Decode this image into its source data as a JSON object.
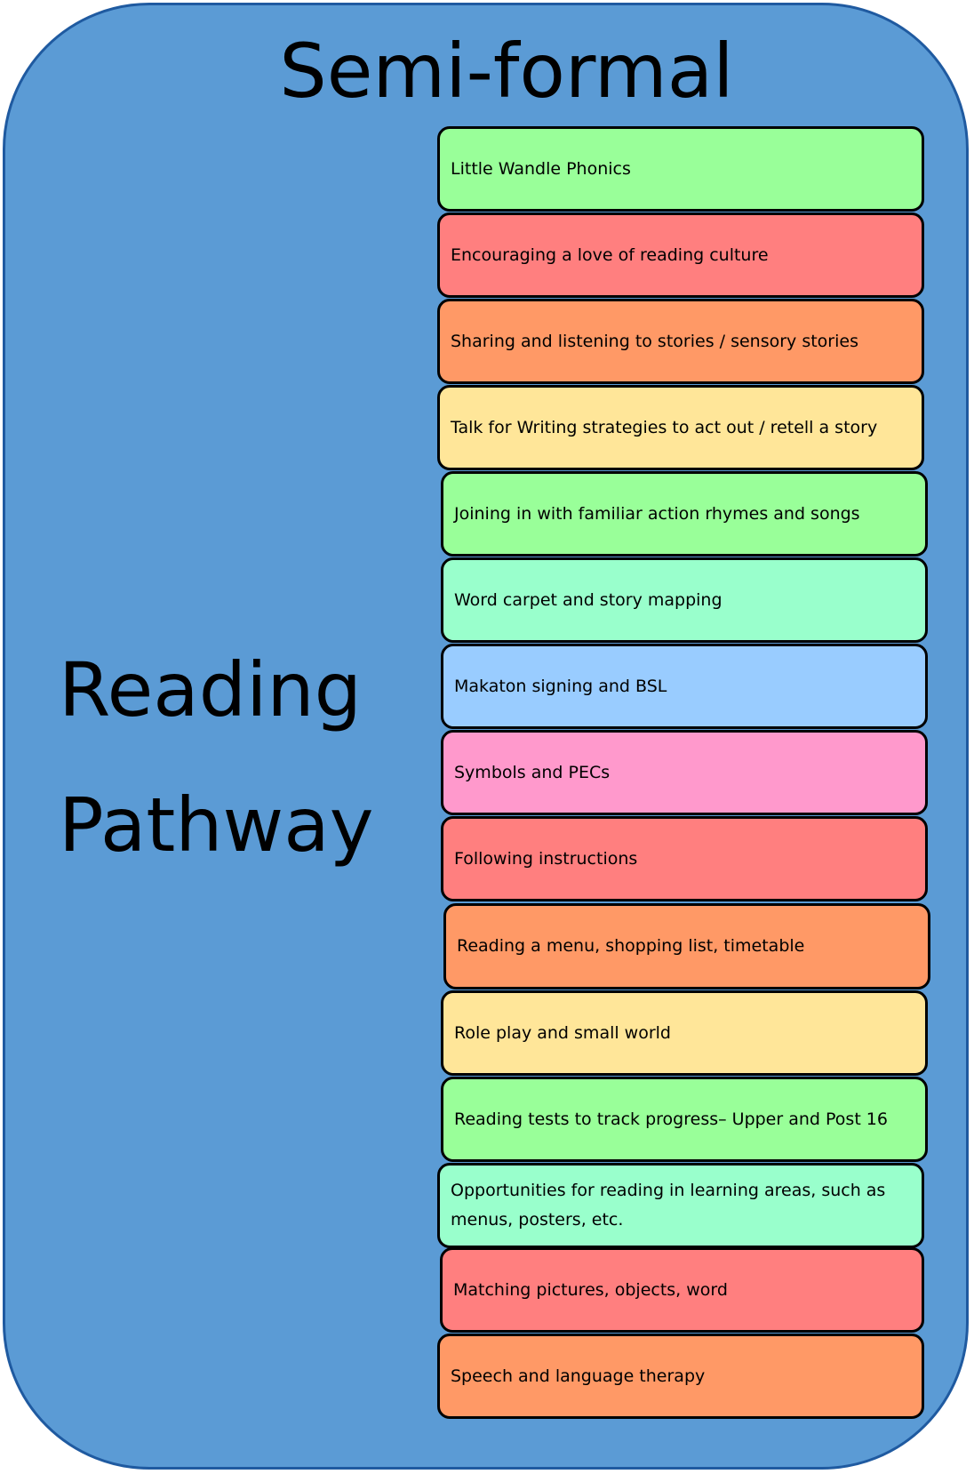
{
  "title": "Semi-formal",
  "side_title": {
    "line1": "Reading",
    "line2": "Pathway"
  },
  "colors": {
    "panel": "#5b9bd5",
    "panel_border": "#1f5aa0",
    "green": "#99ff99",
    "red": "#ff7f7f",
    "orange": "#ff9966",
    "yellow": "#ffe699",
    "mint": "#99ffcc",
    "blue": "#99ccff",
    "pink": "#ff99cc"
  },
  "items": [
    {
      "label": "Little Wandle Phonics",
      "color": "#99ff99"
    },
    {
      "label": "Encouraging a love of reading culture",
      "color": "#ff7f7f"
    },
    {
      "label": "Sharing and listening to stories / sensory stories",
      "color": "#ff9966"
    },
    {
      "label": "Talk for Writing strategies to act out  / retell a story",
      "color": "#ffe699"
    },
    {
      "label": "Joining in with familiar action rhymes and songs",
      "color": "#99ff99"
    },
    {
      "label": "Word carpet and story mapping",
      "color": "#99ffcc"
    },
    {
      "label": "Makaton signing and BSL",
      "color": "#99ccff"
    },
    {
      "label": "Symbols and PECs",
      "color": "#ff99cc"
    },
    {
      "label": "Following instructions",
      "color": "#ff7f7f"
    },
    {
      "label": "Reading a menu, shopping list, timetable",
      "color": "#ff9966"
    },
    {
      "label": "Role play and small world",
      "color": "#ffe699"
    },
    {
      "label": "Reading tests to track progress– Upper and Post 16",
      "color": "#99ff99"
    },
    {
      "label": "Opportunities for reading in learning areas, such as menus, posters, etc.",
      "color": "#99ffcc"
    },
    {
      "label": "Matching pictures, objects, word",
      "color": "#ff7f7f"
    },
    {
      "label": "Speech and language therapy",
      "color": "#ff9966"
    }
  ]
}
